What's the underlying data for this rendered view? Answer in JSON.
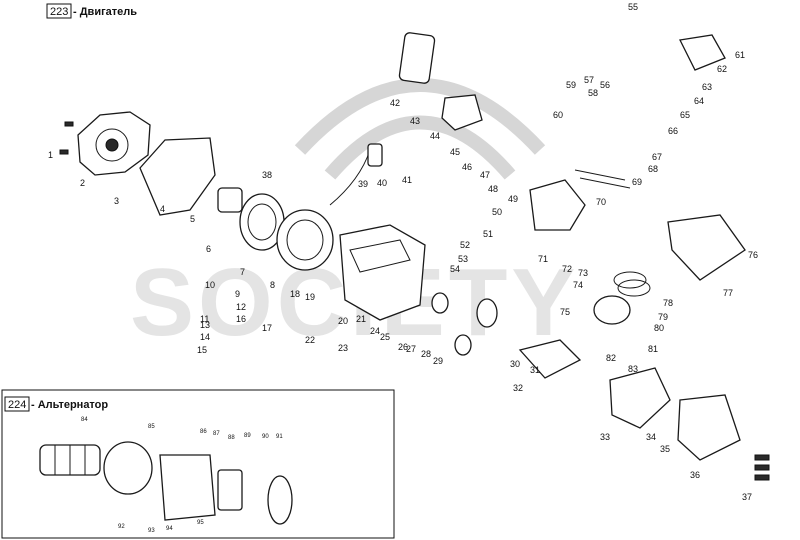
{
  "sections": {
    "engine": {
      "number": "223",
      "title": "- Двигатель"
    },
    "alternator": {
      "number": "224",
      "title": "- Альтернатор"
    }
  },
  "watermark": {
    "text": "SOCIETY"
  },
  "engine_callouts": [
    "1",
    "2",
    "3",
    "4",
    "5",
    "6",
    "7",
    "8",
    "9",
    "10",
    "11",
    "12",
    "13",
    "14",
    "15",
    "16",
    "17",
    "18",
    "19",
    "20",
    "21",
    "22",
    "23",
    "24",
    "25",
    "26",
    "27",
    "28",
    "29",
    "30",
    "31",
    "32",
    "33",
    "34",
    "35",
    "36",
    "37",
    "38",
    "39",
    "40",
    "41",
    "42",
    "43",
    "44",
    "45",
    "46",
    "47",
    "48",
    "49",
    "50",
    "51",
    "52",
    "53",
    "54",
    "55",
    "56",
    "57",
    "58",
    "59",
    "60",
    "61",
    "62",
    "63",
    "64",
    "65",
    "66",
    "67",
    "68",
    "69",
    "70",
    "71",
    "72",
    "73",
    "74",
    "75",
    "76",
    "77",
    "78",
    "79",
    "80",
    "81",
    "82",
    "83"
  ],
  "alternator_callouts": [
    "84",
    "85",
    "86",
    "87",
    "88",
    "89",
    "90",
    "91",
    "92",
    "93",
    "94",
    "95"
  ],
  "colors": {
    "line": "#1a1a1a",
    "watermark": "#d6d6d6",
    "background": "#ffffff"
  }
}
